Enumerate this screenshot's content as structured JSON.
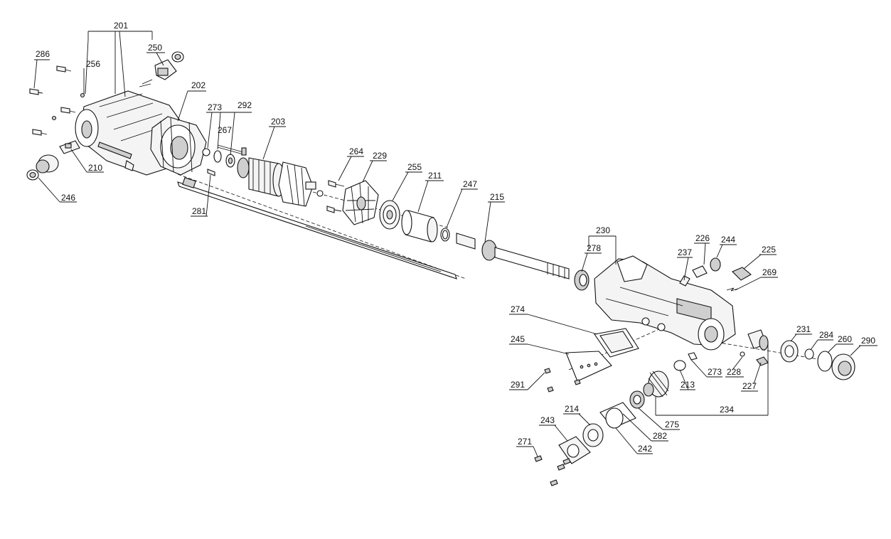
{
  "diagram": {
    "type": "exploded-parts-drawing",
    "callouts": {
      "p201": "201",
      "p202": "202",
      "p203": "203",
      "p210": "210",
      "p211": "211",
      "p213": "213",
      "p214": "214",
      "p215": "215",
      "p225": "225",
      "p226": "226",
      "p227": "227",
      "p228": "228",
      "p229": "229",
      "p230": "230",
      "p231": "231",
      "p234": "234",
      "p237": "237",
      "p242": "242",
      "p243": "243",
      "p244": "244",
      "p245": "245",
      "p246": "246",
      "p247": "247",
      "p250": "250",
      "p255": "255",
      "p256": "256",
      "p260": "260",
      "p264": "264",
      "p267": "267",
      "p269": "269",
      "p271": "271",
      "p273a": "273",
      "p273b": "273",
      "p274": "274",
      "p275": "275",
      "p278": "278",
      "p281": "281",
      "p282": "282",
      "p284": "284",
      "p286": "286",
      "p290": "290",
      "p291": "291",
      "p292": "292"
    }
  }
}
